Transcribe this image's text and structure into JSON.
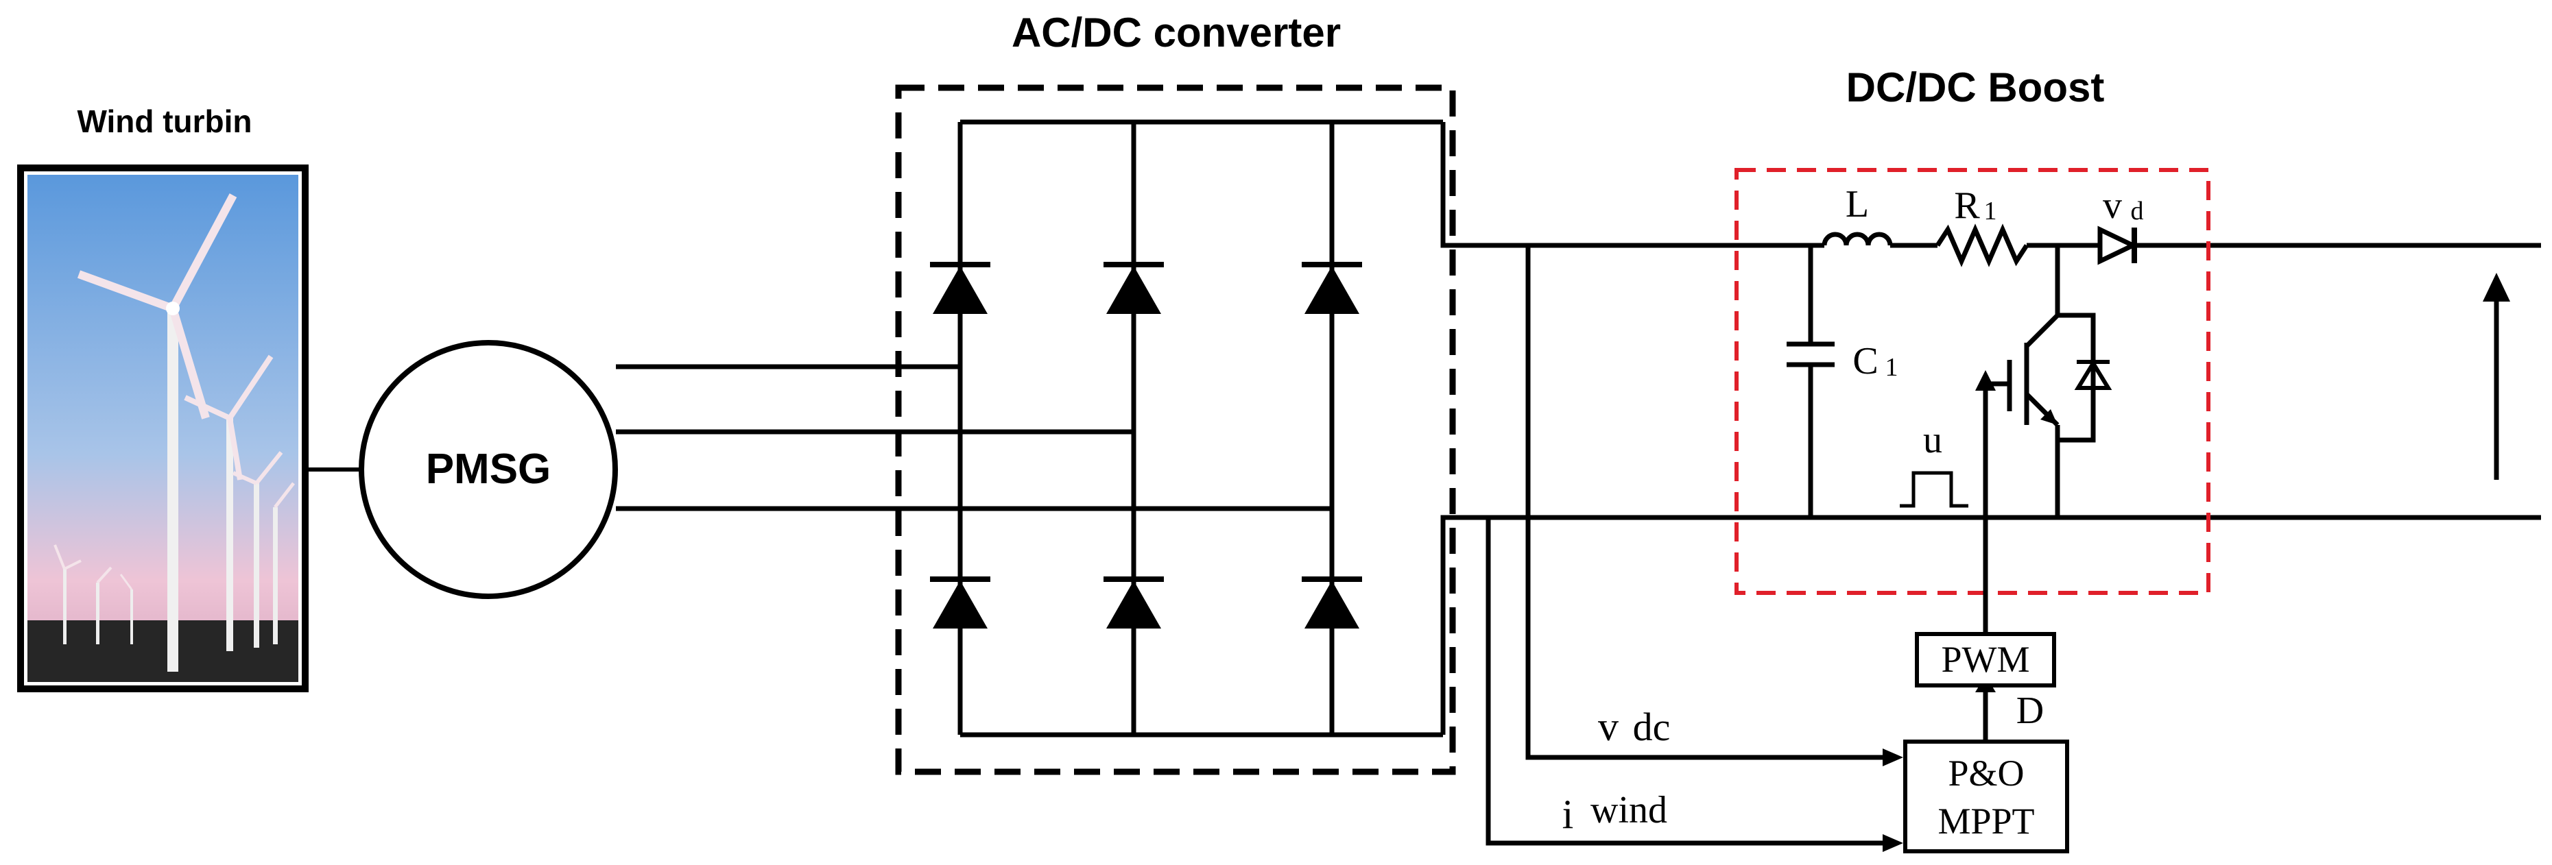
{
  "titles": {
    "wind_turbine": "Wind turbin",
    "ac_dc_converter": "AC/DC converter",
    "dc_dc_boost": "DC/DC Boost"
  },
  "generator": {
    "label": "PMSG"
  },
  "components": {
    "inductor": "L",
    "resistor_main": "R",
    "resistor_sub": "1",
    "diode_main": "v",
    "diode_sub": "d",
    "capacitor_main": "C",
    "capacitor_sub": "1",
    "control_signal": "u"
  },
  "blocks": {
    "pwm": "PWM",
    "mppt_line1": "P&O",
    "mppt_line2": "MPPT",
    "duty_label": "D"
  },
  "signals": {
    "vdc_main": "v",
    "vdc_sub": "dc",
    "iwind_main": "i",
    "iwind_sub": "wind"
  },
  "colors": {
    "line": "#000000",
    "boost_box": "#e0202a",
    "sky_top": "#5f9fe0",
    "sky_bottom": "#f0c8d8",
    "ground": "#2a2a2a"
  }
}
